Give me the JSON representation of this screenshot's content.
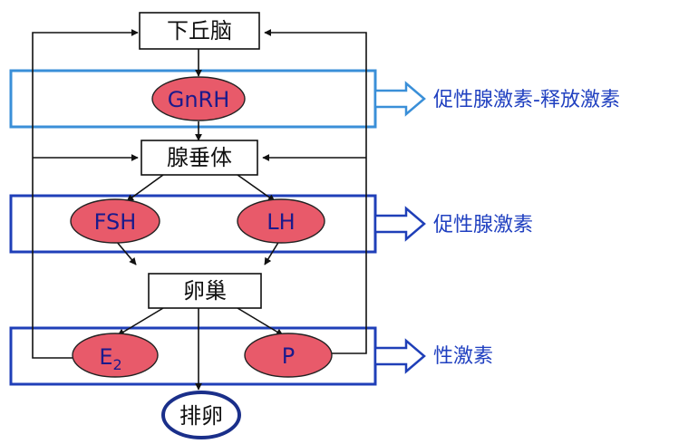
{
  "nodes": {
    "hypothalamus": "下丘脑",
    "gnrh": "GnRH",
    "pituitary": "腺垂体",
    "fsh": "FSH",
    "lh": "LH",
    "ovary": "卵巢",
    "e2_main": "E",
    "e2_sub": "2",
    "p": "P",
    "ovulation": "排卵"
  },
  "groups": {
    "gnrh_group": "促性腺激素-释放激素",
    "gonadotropin_group": "促性腺激素",
    "sex_hormone_group": "性激素"
  },
  "colors": {
    "ellipse_fill": "#e85a6a",
    "ellipse_text": "#1a1a8c",
    "group1_border": "#3a8fd8",
    "group_border": "#1f3fb8",
    "group_label": "#2040c0",
    "line": "#111111",
    "ovulation_ring": "#1a2f8a"
  }
}
